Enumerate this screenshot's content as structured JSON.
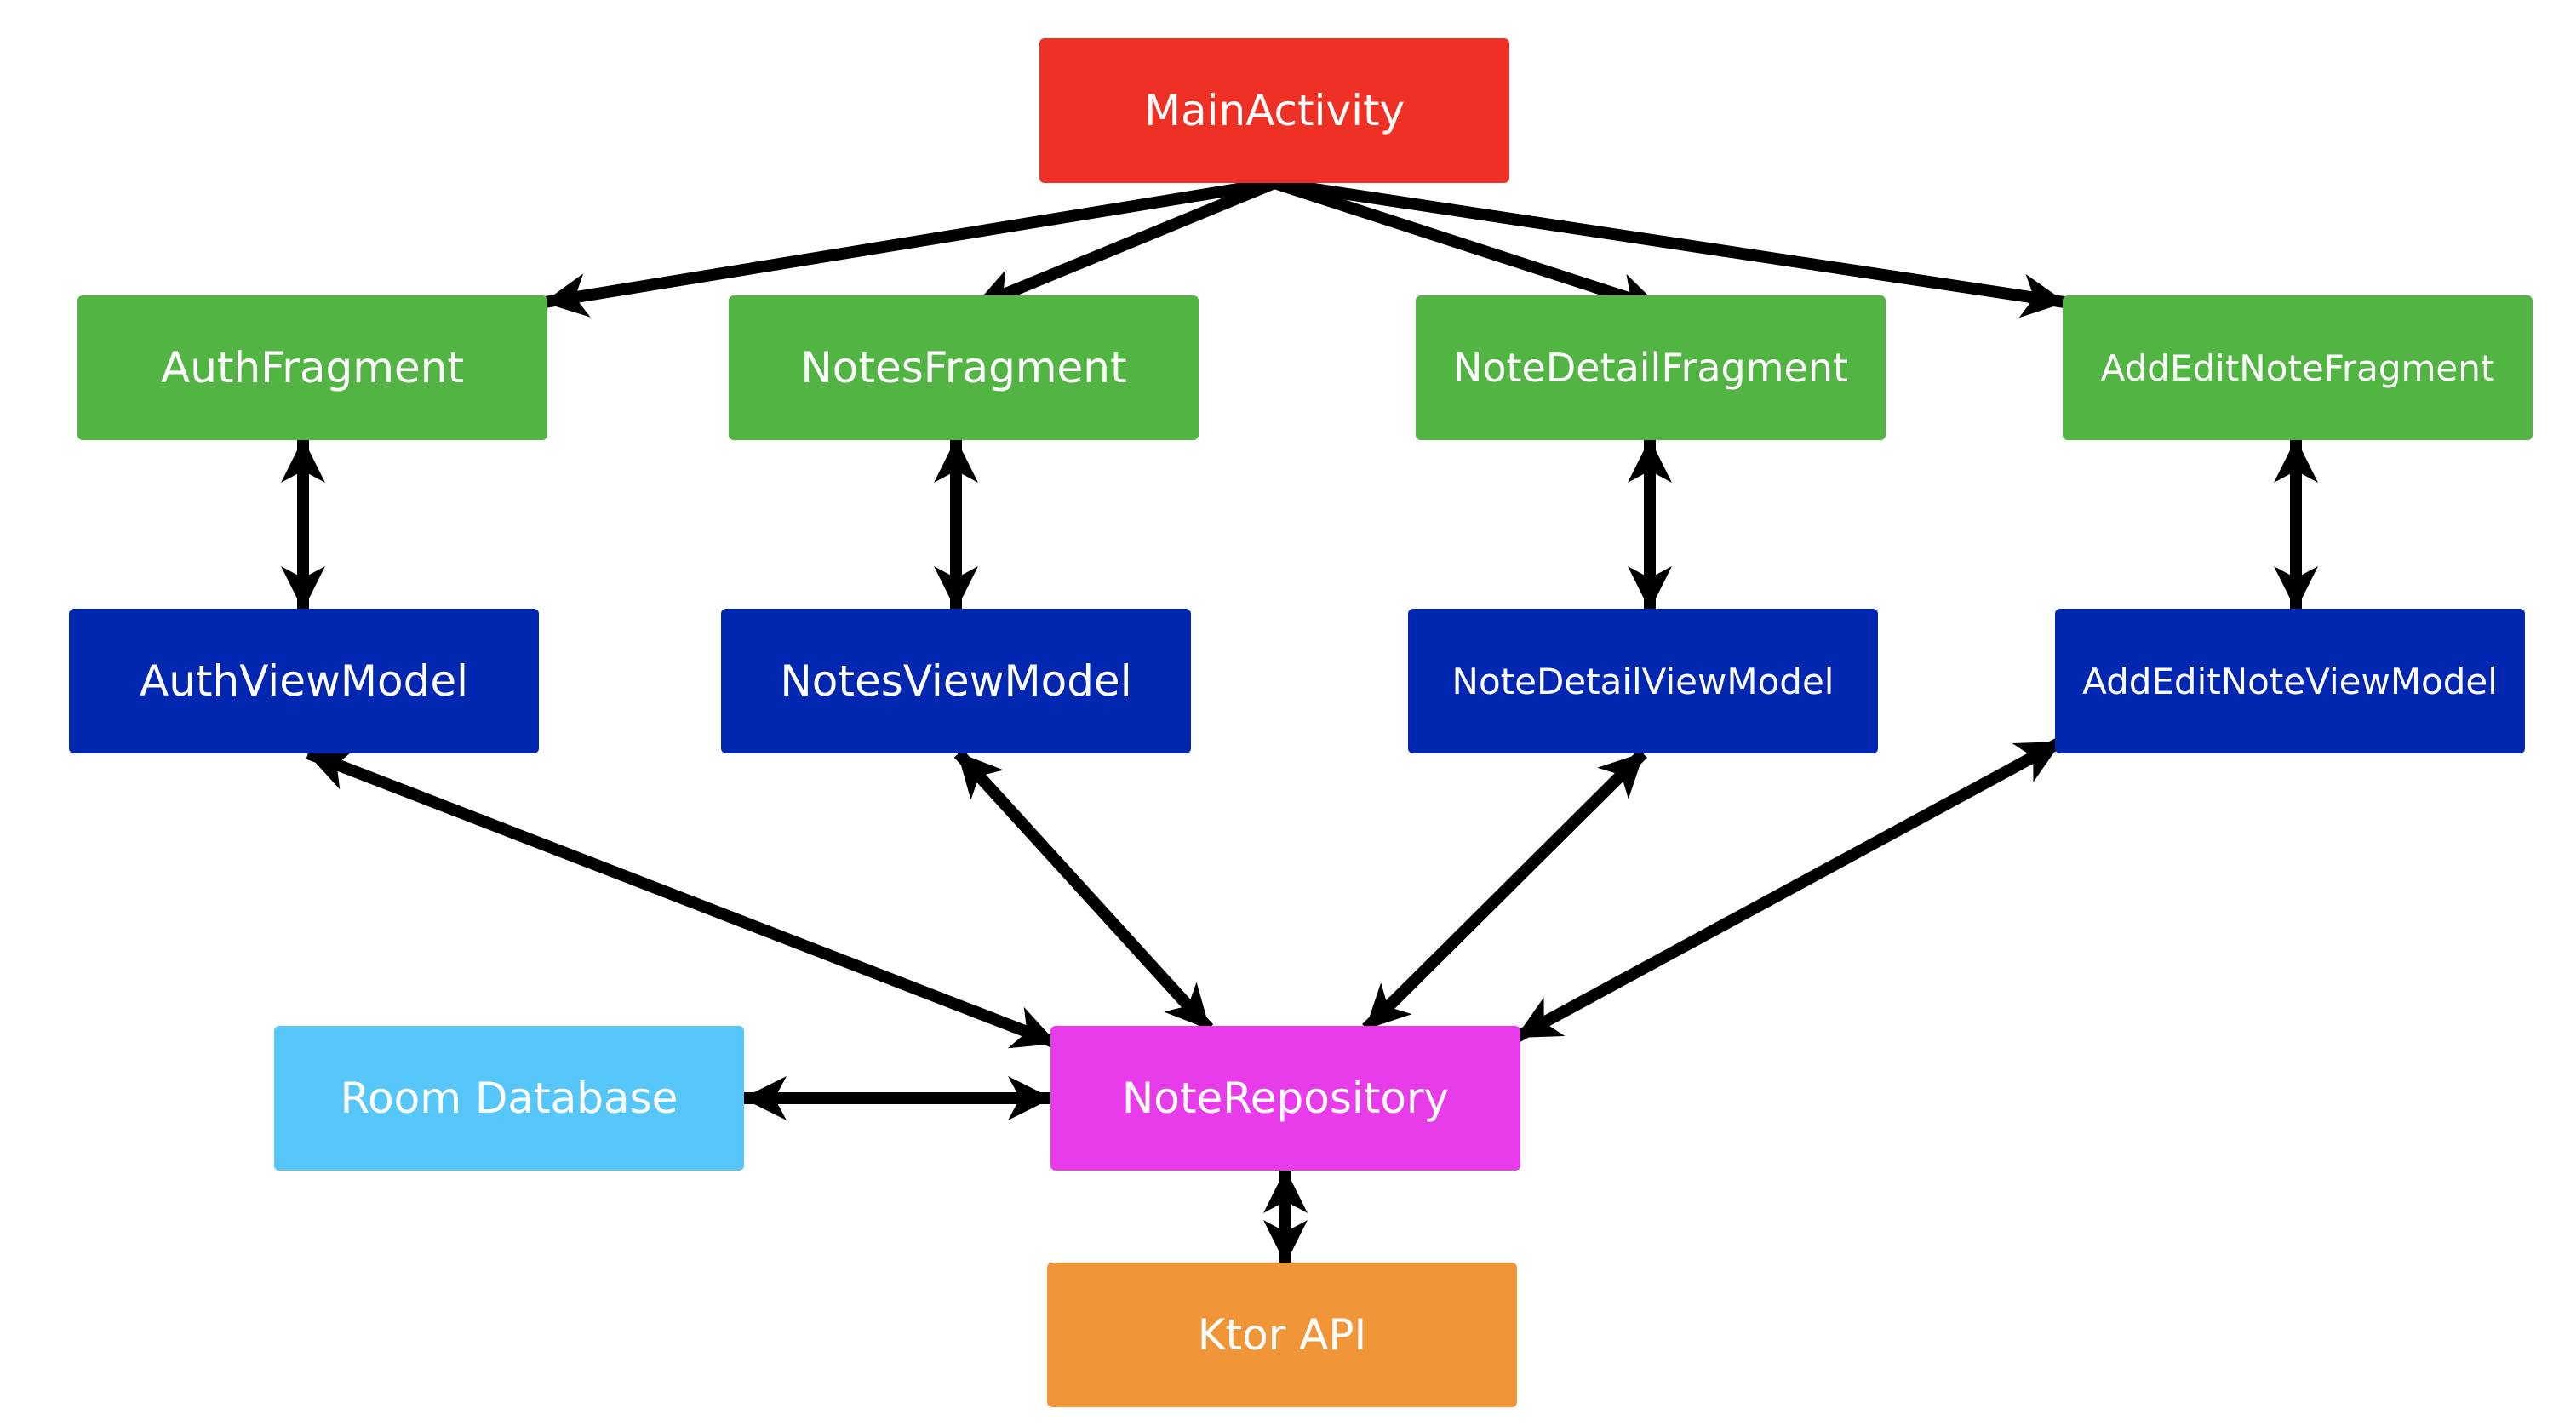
{
  "colors": {
    "activity": "#EE3124",
    "fragment": "#52B443",
    "viewmodel": "#0126B0",
    "repository": "#E83BE9",
    "database": "#57C6F8",
    "api": "#F09538",
    "arrow": "#000000"
  },
  "nodes": {
    "main_activity": "MainActivity",
    "auth_fragment": "AuthFragment",
    "notes_fragment": "NotesFragment",
    "note_detail_fragment": "NoteDetailFragment",
    "add_edit_note_fragment": "AddEditNoteFragment",
    "auth_view_model": "AuthViewModel",
    "notes_view_model": "NotesViewModel",
    "note_detail_view_model": "NoteDetailViewModel",
    "add_edit_note_view_model": "AddEditNoteViewModel",
    "room_database": "Room Database",
    "note_repository": "NoteRepository",
    "ktor_api": "Ktor API"
  },
  "edges": [
    {
      "from": "main_activity",
      "to": "auth_fragment",
      "direction": "one-way"
    },
    {
      "from": "main_activity",
      "to": "notes_fragment",
      "direction": "one-way"
    },
    {
      "from": "main_activity",
      "to": "note_detail_fragment",
      "direction": "one-way"
    },
    {
      "from": "main_activity",
      "to": "add_edit_note_fragment",
      "direction": "one-way"
    },
    {
      "from": "auth_fragment",
      "to": "auth_view_model",
      "direction": "two-way"
    },
    {
      "from": "notes_fragment",
      "to": "notes_view_model",
      "direction": "two-way"
    },
    {
      "from": "note_detail_fragment",
      "to": "note_detail_view_model",
      "direction": "two-way"
    },
    {
      "from": "add_edit_note_fragment",
      "to": "add_edit_note_view_model",
      "direction": "two-way"
    },
    {
      "from": "auth_view_model",
      "to": "note_repository",
      "direction": "two-way"
    },
    {
      "from": "notes_view_model",
      "to": "note_repository",
      "direction": "two-way"
    },
    {
      "from": "note_detail_view_model",
      "to": "note_repository",
      "direction": "two-way"
    },
    {
      "from": "add_edit_note_view_model",
      "to": "note_repository",
      "direction": "two-way"
    },
    {
      "from": "room_database",
      "to": "note_repository",
      "direction": "two-way"
    },
    {
      "from": "note_repository",
      "to": "ktor_api",
      "direction": "two-way"
    }
  ]
}
